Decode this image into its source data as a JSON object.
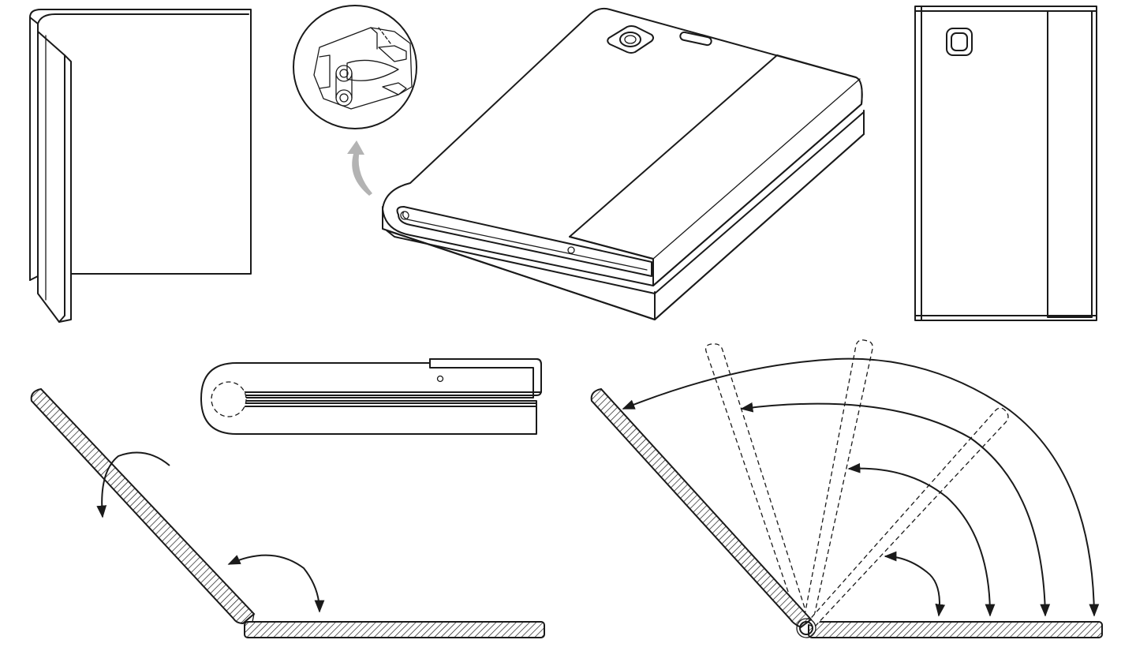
{
  "figure": {
    "panels": [
      "folded-device-side-view",
      "hinge-detail-magnifier",
      "folded-device-isometric-view",
      "folded-device-front-view",
      "hinge-cross-section",
      "panel-rotation-diagram",
      "multi-angle-rotation-diagram"
    ],
    "colors": {
      "outline": "#1a1a1a",
      "display_gradient_top": "#ffffff",
      "display_gradient_bottom": "#a8e0f5",
      "body_fill": "#f1f1f1",
      "detail_arrow": "#b3b3b3",
      "hatch": "#1a1a1a"
    },
    "icons": [
      "camera-icon",
      "speaker-slot-icon",
      "hinge-arrow-icon"
    ]
  }
}
